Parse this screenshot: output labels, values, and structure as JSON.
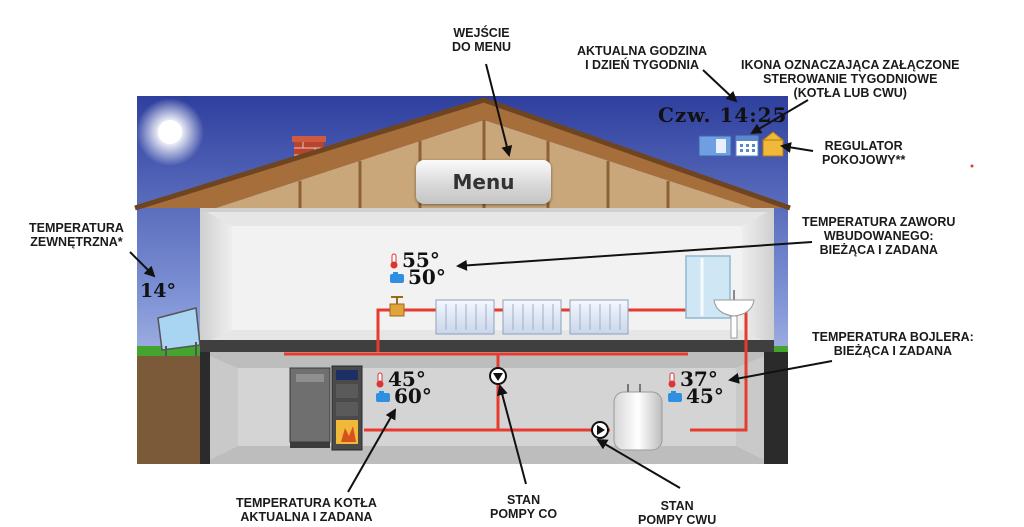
{
  "screen": {
    "menu_label": "Menu",
    "day": "Czw.",
    "time": "14:25",
    "outdoor_temp": "14°",
    "valve_current": "55°",
    "valve_set": "50°",
    "boiler_current": "45°",
    "boiler_set": "60°",
    "dhw_current": "37°",
    "dhw_set": "45°"
  },
  "annotations": {
    "menu_entry": [
      "WEJŚCIE",
      "DO MENU"
    ],
    "clock": [
      "AKTUALNA GODZINA",
      "I  DZIEŃ TYGODNIA"
    ],
    "weekly_icon": [
      "IKONA OZNACZAJĄCA ZAŁĄCZONE",
      "STEROWANIE TYGODNIOWE",
      "(KOTŁA LUB CWU)"
    ],
    "room_regulator": [
      "REGULATOR",
      "POKOJOWY**"
    ],
    "outdoor_temp": [
      "TEMPERATURA",
      "ZEWNĘTRZNA*"
    ],
    "valve_temp": [
      "TEMPERATURA ZAWORU",
      "WBUDOWANEGO:",
      "BIEŻĄCA I ZADANA"
    ],
    "dhw_temp": [
      "TEMPERATURA BOJLERA:",
      "BIEŻĄCA I ZADANA"
    ],
    "boiler_temp": [
      "TEMPERATURA KOTŁA",
      "AKTUALNA I ZADANA"
    ],
    "co_pump": [
      "STAN",
      "POMPY CO"
    ],
    "dhw_pump": [
      "STAN",
      "POMPY CWU"
    ]
  },
  "colors": {
    "pipe": "#e63b2e",
    "sky_top": "#2e3f9e",
    "grass": "#43a52e",
    "roof": "#a66e3a",
    "arrow": "#111111"
  },
  "icons": [
    "sun-icon",
    "chimney-icon",
    "solar-panel-icon",
    "radiator-icon",
    "shower-icon",
    "sink-icon",
    "boiler-icon",
    "dhw-tank-icon",
    "pump-icon",
    "valve-icon",
    "thermometer-icon",
    "tap-icon",
    "calendar-icon",
    "room-regulator-icon",
    "sim-card-icon"
  ]
}
